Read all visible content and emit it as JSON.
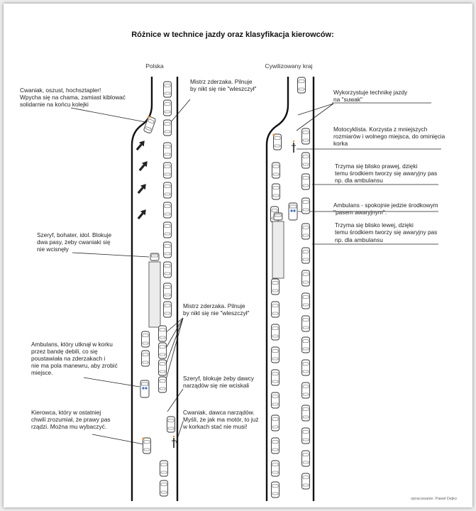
{
  "title": "Różnice w technice jazdy oraz klasyfikacja kierowców:",
  "columns": {
    "left": "Polska",
    "right": "Cywilizowany kraj"
  },
  "left_annotations": [
    "Cwaniak, oszust, hochsztapler!",
    "Wpycha się na chama, zamiast kiblować",
    "solidarnie na końcu kolejki",
    "Mistrz zderzaka. Pilnuje",
    "by nikt się nie \"wleszczył\"",
    "Szeryf, bohater, idol. Blokuje",
    "dwa pasy, żeby cwaniaki się",
    "nie wcisnęły",
    "Mistrz zderzaka. Pilnuje",
    "by nikt się nie \"wleszczył\"",
    "Ambulans, który utknął w korku",
    "przez bandę debili, co się",
    "poustawiała na zderzakach i",
    "nie ma pola manewru, aby zrobić",
    "miejsce.",
    "Szeryf, blokuje żeby dawcy",
    "narządów się nie wciskali",
    "Kierowca, który w ostatniej",
    "chwili zrozumiał, że prawy pas",
    "rządzi. Można mu wybaczyć.",
    "Cwaniak, dawca narządów.",
    "Myśli, że jak ma motór, to już",
    "w korkach stać nie musi!"
  ],
  "right_annotations": [
    "Wykorzystuje technikę jazdy",
    "na \"suwak\"",
    "Motocyklista. Korzysta z mniejszych",
    "rozmiarów i wolnego miejsca, do ominięcia",
    "korka",
    "Trzyma się blisko prawej, dzięki",
    "temu środkiem tworzy się awaryjny pas",
    "np. dla ambulansu",
    "Ambulans - spokojnie jedzie środkowym",
    "\"pasem awaryjnym\".",
    "Trzyma się blisko lewej, dzięki",
    "temu środkiem tworzy się awaryjny pas",
    "np. dla ambulansu"
  ],
  "credit": "opracowanie: Paweł Dejko"
}
